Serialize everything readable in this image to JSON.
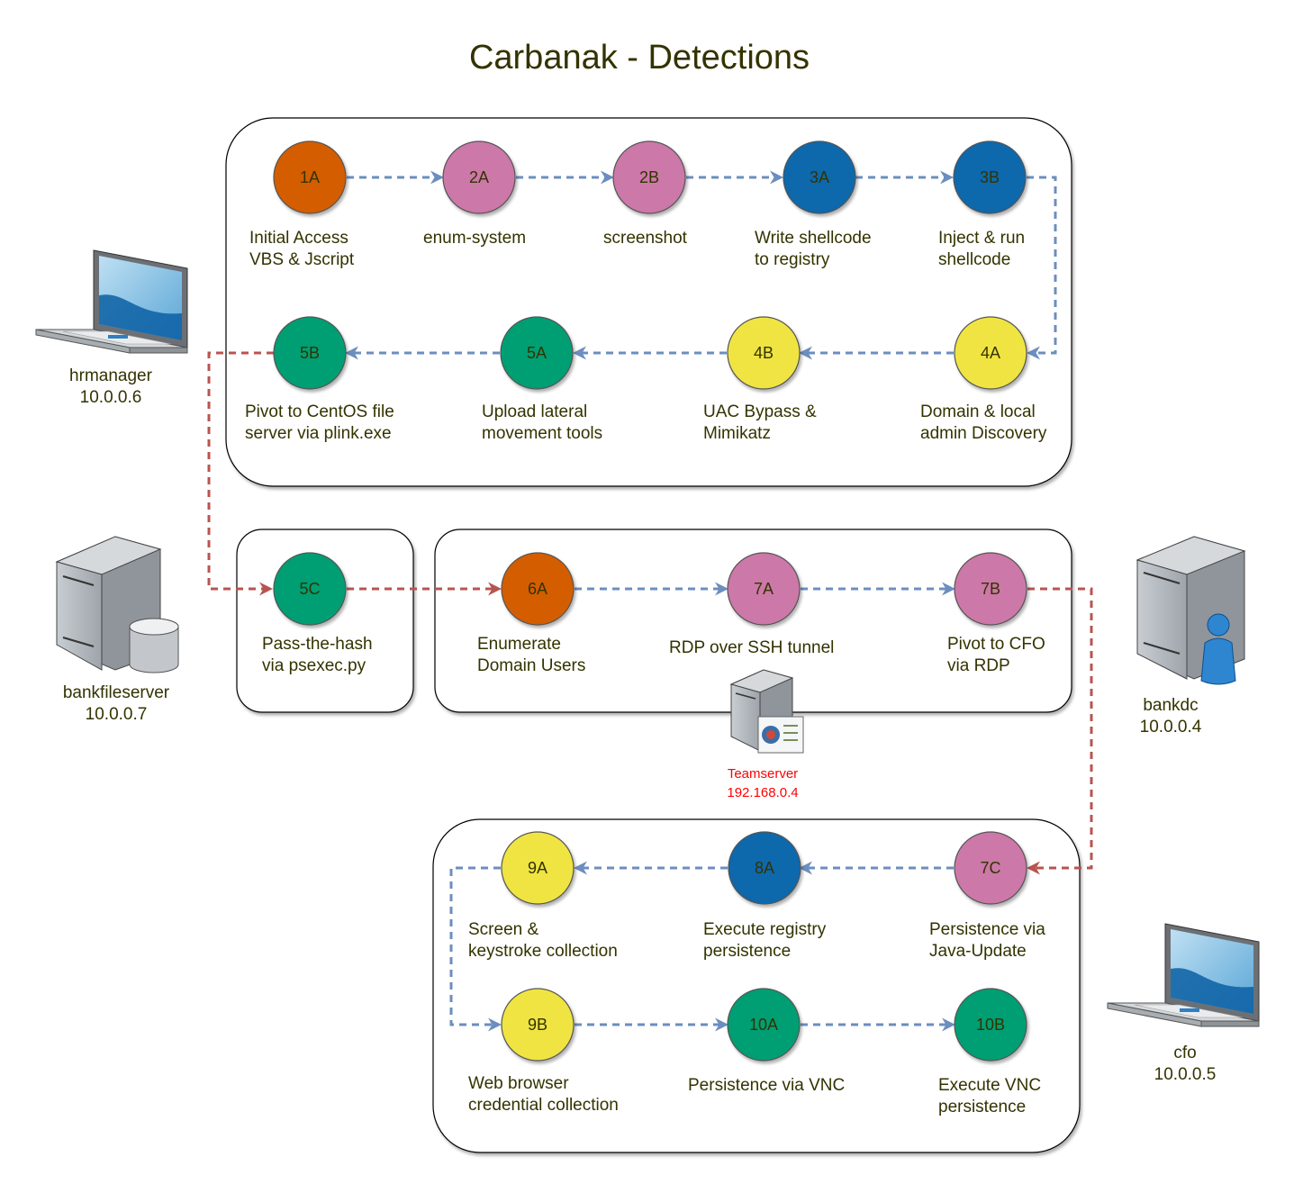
{
  "title": "Carbanak - Detections",
  "colors": {
    "orange": "#d45d00",
    "pink": "#cc78a8",
    "blue": "#0868ac",
    "yellow": "#f0e442",
    "green": "#009e73",
    "edge_blue": "#6c8ebf",
    "edge_red": "#b85450",
    "title_text": "#333300",
    "teamserver_text": "#ff0000"
  },
  "steps": {
    "s1A": {
      "id": "1A",
      "color": "orange",
      "caption": [
        "Initial Access",
        "VBS & Jscript"
      ]
    },
    "s2A": {
      "id": "2A",
      "color": "pink",
      "caption": [
        "enum-system"
      ]
    },
    "s2B": {
      "id": "2B",
      "color": "pink",
      "caption": [
        "screenshot"
      ]
    },
    "s3A": {
      "id": "3A",
      "color": "blue",
      "caption": [
        "Write shellcode",
        "to registry"
      ]
    },
    "s3B": {
      "id": "3B",
      "color": "blue",
      "caption": [
        "Inject & run",
        "shellcode"
      ]
    },
    "s4A": {
      "id": "4A",
      "color": "yellow",
      "caption": [
        "Domain & local",
        "admin Discovery"
      ]
    },
    "s4B": {
      "id": "4B",
      "color": "yellow",
      "caption": [
        "UAC Bypass &",
        "Mimikatz"
      ]
    },
    "s5A": {
      "id": "5A",
      "color": "green",
      "caption": [
        "Upload lateral",
        "movement tools"
      ]
    },
    "s5B": {
      "id": "5B",
      "color": "green",
      "caption": [
        "Pivot to CentOS file",
        "server via plink.exe"
      ]
    },
    "s5C": {
      "id": "5C",
      "color": "green",
      "caption": [
        "Pass-the-hash",
        "via psexec.py"
      ]
    },
    "s6A": {
      "id": "6A",
      "color": "orange",
      "caption": [
        "Enumerate",
        "Domain Users"
      ]
    },
    "s7A": {
      "id": "7A",
      "color": "pink",
      "caption": [
        "RDP over SSH tunnel"
      ]
    },
    "s7B": {
      "id": "7B",
      "color": "pink",
      "caption": [
        "Pivot to CFO",
        "via RDP"
      ]
    },
    "s7C": {
      "id": "7C",
      "color": "pink",
      "caption": [
        "Persistence via",
        "Java-Update"
      ]
    },
    "s8A": {
      "id": "8A",
      "color": "blue",
      "caption": [
        "Execute registry",
        "persistence"
      ]
    },
    "s9A": {
      "id": "9A",
      "color": "yellow",
      "caption": [
        "Screen &",
        "keystroke collection"
      ]
    },
    "s9B": {
      "id": "9B",
      "color": "yellow",
      "caption": [
        "Web browser",
        "credential collection"
      ]
    },
    "s10A": {
      "id": "10A",
      "color": "green",
      "caption": [
        "Persistence via VNC"
      ]
    },
    "s10B": {
      "id": "10B",
      "color": "green",
      "caption": [
        "Execute VNC",
        "persistence"
      ]
    }
  },
  "hosts": {
    "hrmanager": {
      "name": "hrmanager",
      "ip": "10.0.0.6",
      "icon": "laptop-icon"
    },
    "bankfileserver": {
      "name": "bankfileserver",
      "ip": "10.0.0.7",
      "icon": "file-server-icon"
    },
    "bankdc": {
      "name": "bankdc",
      "ip": "10.0.0.4",
      "icon": "domain-controller-icon"
    },
    "cfo": {
      "name": "cfo",
      "ip": "10.0.0.5",
      "icon": "laptop-icon"
    },
    "teamserver": {
      "name": "Teamserver",
      "ip": "192.168.0.4",
      "icon": "teamserver-icon"
    }
  }
}
